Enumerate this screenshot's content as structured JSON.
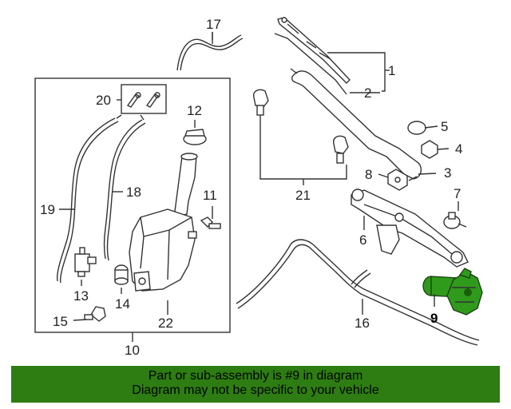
{
  "callouts": {
    "c1": "1",
    "c2": "2",
    "c3": "3",
    "c4": "4",
    "c5": "5",
    "c6": "6",
    "c7": "7",
    "c8": "8",
    "c9": "9",
    "c10": "10",
    "c11": "11",
    "c12": "12",
    "c13": "13",
    "c14": "14",
    "c15": "15",
    "c16": "16",
    "c17": "17",
    "c18": "18",
    "c19": "19",
    "c20": "20",
    "c21": "21",
    "c22": "22"
  },
  "highlighted_part": "9",
  "colors": {
    "highlight": "#2f9a1c",
    "banner": "#2e7d12"
  },
  "banner": {
    "line1": "Part or sub-assembly is #9 in diagram",
    "line2": "Diagram may not be specific to your vehicle"
  }
}
